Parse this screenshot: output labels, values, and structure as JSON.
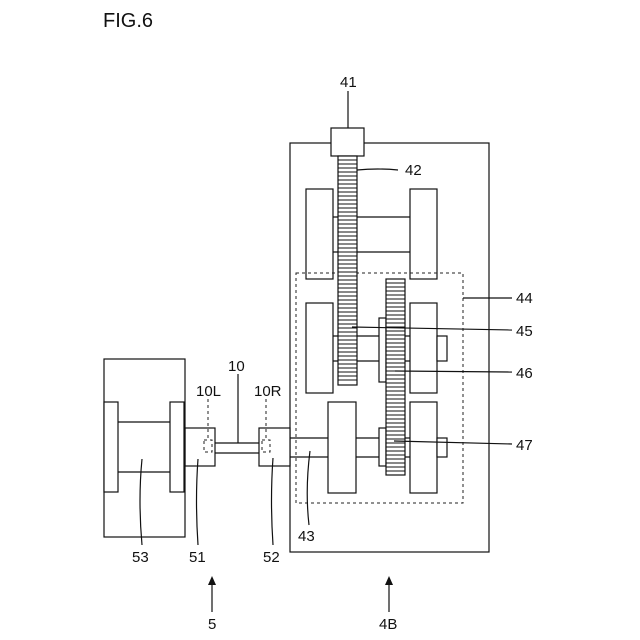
{
  "figure": {
    "title": "FIG.6",
    "labels": {
      "l41": "41",
      "l42": "42",
      "l44": "44",
      "l45": "45",
      "l46": "46",
      "l47": "47",
      "l10": "10",
      "l10L": "10L",
      "l10R": "10R",
      "l43": "43",
      "l53": "53",
      "l51": "51",
      "l52": "52",
      "l5": "5",
      "l4B": "4B"
    }
  }
}
